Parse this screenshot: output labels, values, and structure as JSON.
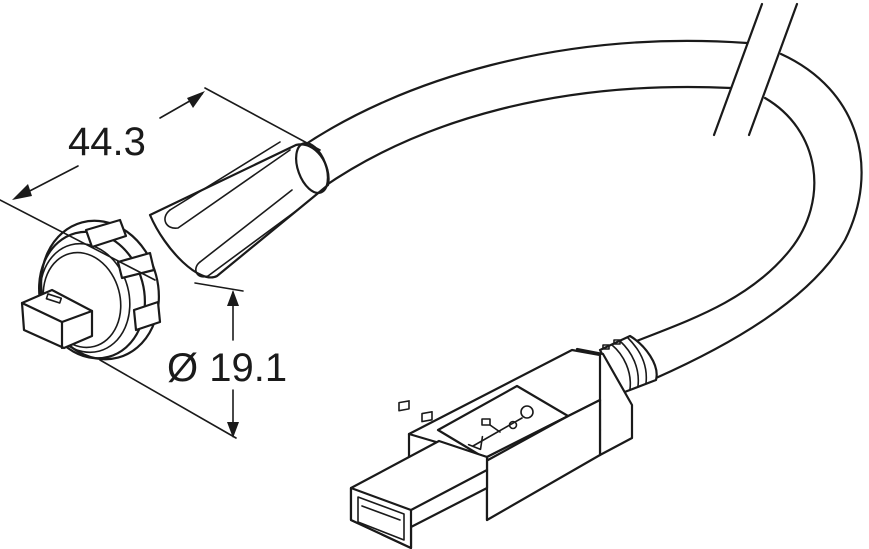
{
  "diagram": {
    "subject": "USB cable assembly with panel-mount circular connector",
    "line_color": "#1a1a1a",
    "background": "#ffffff"
  },
  "dimensions": {
    "length": {
      "label": "44.3"
    },
    "diameter": {
      "label": "Ø 19.1"
    }
  },
  "icons": {
    "usb_logo": "usb-trident-icon"
  }
}
